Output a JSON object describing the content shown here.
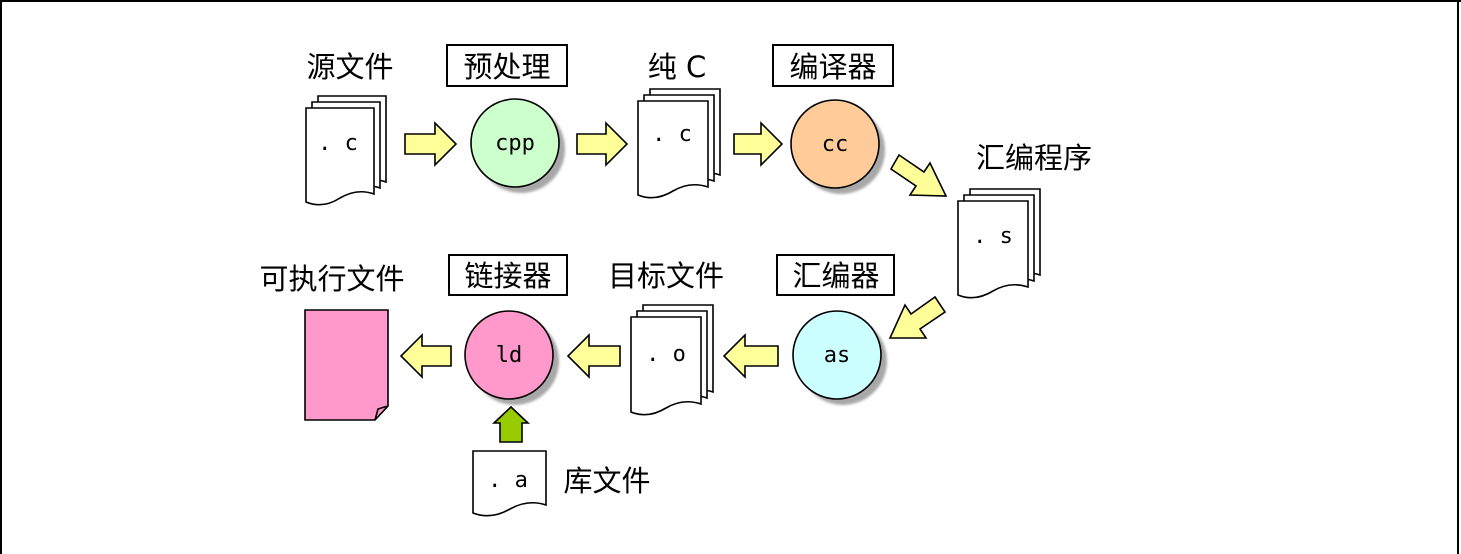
{
  "colors": {
    "arrow_fill": "#ffff99",
    "green_arrow_fill": "#99cc00",
    "cpp_fill": "#ccffcc",
    "cc_fill": "#ffcc99",
    "as_fill": "#ccffff",
    "ld_fill": "#ff99cc",
    "executable_fill": "#ff99cc"
  },
  "stages": {
    "source": {
      "label": "源文件",
      "ext": ". c"
    },
    "preprocess": {
      "label": "预处理",
      "tool": "cpp"
    },
    "pure_c": {
      "label": "纯 C",
      "ext": ". c"
    },
    "compiler": {
      "label": "编译器",
      "tool": "cc"
    },
    "asm_program": {
      "label": "汇编程序",
      "ext": ". s"
    },
    "assembler": {
      "label": "汇编器",
      "tool": "as"
    },
    "object": {
      "label": "目标文件",
      "ext": ". o"
    },
    "linker": {
      "label": "链接器",
      "tool": "ld"
    },
    "executable": {
      "label": "可执行文件"
    },
    "library": {
      "label": "库文件",
      "ext": ". a"
    }
  }
}
